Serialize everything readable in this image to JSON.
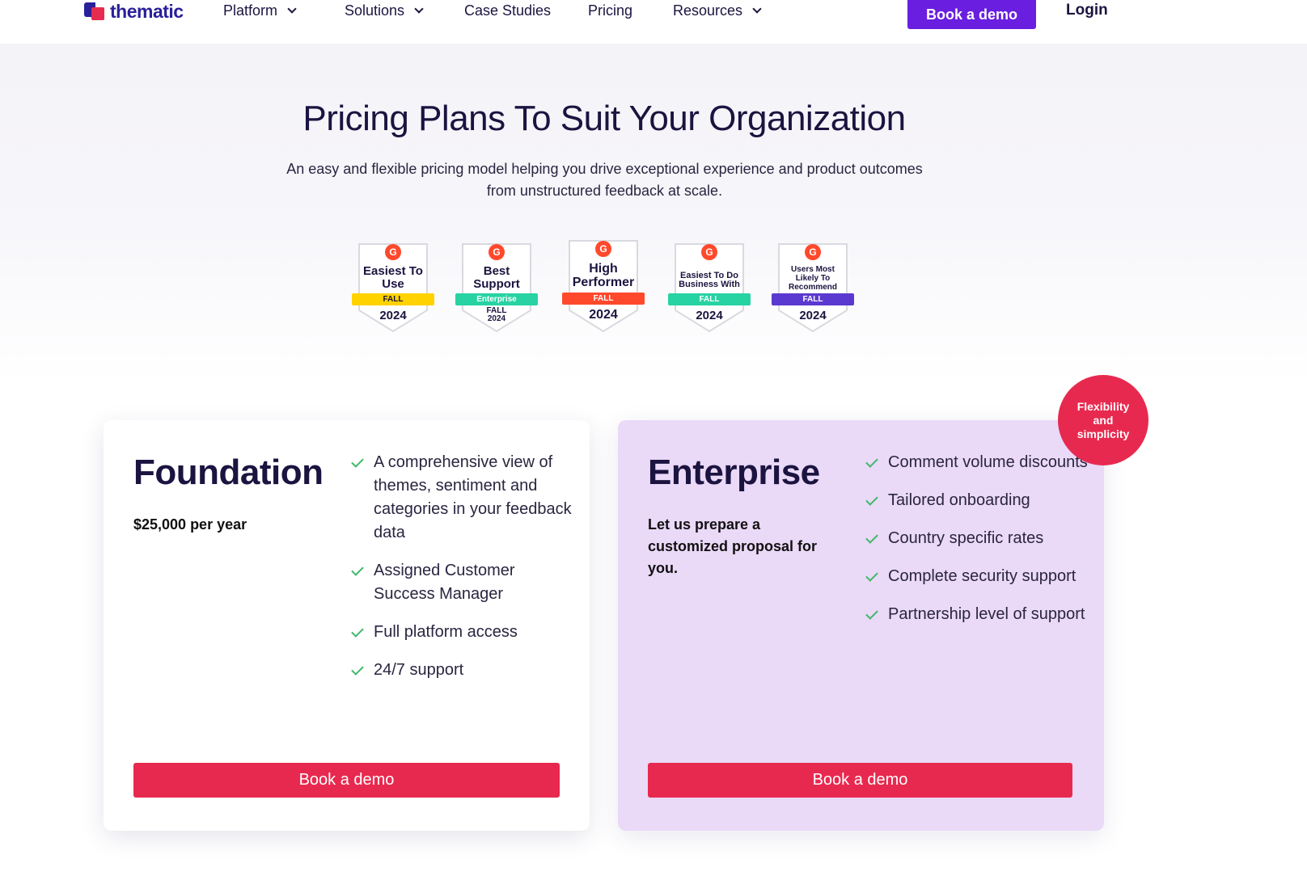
{
  "nav": {
    "logo_text": "thematic",
    "items": [
      {
        "label": "Platform",
        "dropdown": true
      },
      {
        "label": "Solutions",
        "dropdown": true
      },
      {
        "label": "Case Studies",
        "dropdown": false
      },
      {
        "label": "Pricing",
        "dropdown": false
      },
      {
        "label": "Resources",
        "dropdown": true
      }
    ],
    "book_demo": "Book a demo",
    "login": "Login"
  },
  "hero": {
    "title": "Pricing Plans To Suit Your Organization",
    "subtitle": "An easy and flexible pricing model helping you drive exceptional experience and product outcomes from unstructured feedback at scale."
  },
  "badges": [
    {
      "title": "Easiest To Use",
      "ribbon": "FALL",
      "ribbon_color": "#ffd200",
      "year": "2024"
    },
    {
      "title": "Best Support",
      "ribbon": "Enterprise",
      "ribbon_color": "#27d3a2",
      "year": "FALL 2024"
    },
    {
      "title": "High Performer",
      "ribbon": "FALL",
      "ribbon_color": "#ff492c",
      "year": "2024"
    },
    {
      "title": "Easiest To Do Business With",
      "ribbon": "FALL",
      "ribbon_color": "#27d3a2",
      "year": "2024"
    },
    {
      "title": "Users Most Likely To Recommend",
      "ribbon": "FALL",
      "ribbon_color": "#5a39d0",
      "year": "2024"
    }
  ],
  "plans": {
    "foundation": {
      "name": "Foundation",
      "price": "$25,000 per year",
      "features": [
        "A comprehensive view of themes, sentiment and categories in your feedback data",
        "Assigned Customer Success Manager",
        "Full platform access",
        "24/7 support"
      ],
      "button": "Book a demo"
    },
    "enterprise": {
      "name": "Enterprise",
      "price": "Let us prepare a customized proposal for you.",
      "features": [
        "Comment volume discounts",
        "Tailored onboarding",
        "Country specific rates",
        "Complete security support",
        "Partnership level of support"
      ],
      "button": "Book a demo",
      "badge": "Flexibility and simplicity"
    }
  },
  "colors": {
    "brand": "#2a1f9a",
    "nav_button": "#6a1ee0",
    "cta": "#e8294f",
    "enterprise_bg": "#ead9f7",
    "check": "#3fb86a"
  }
}
